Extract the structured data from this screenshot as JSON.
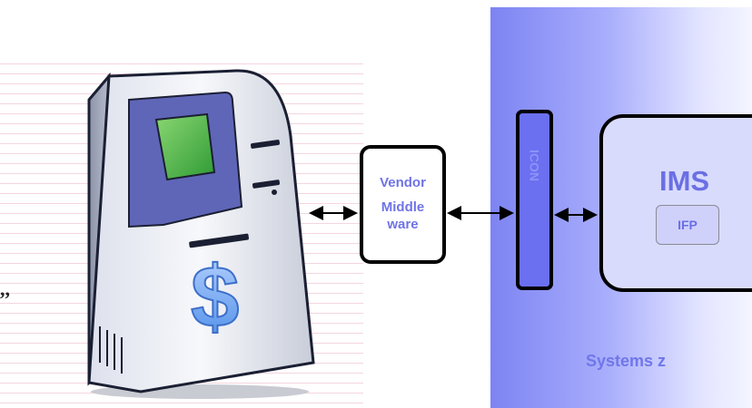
{
  "left_mark": ",,",
  "vendor_box": {
    "line1": "Vendor",
    "line2": "Middle",
    "line3": "ware"
  },
  "connector": {
    "label": "ICON"
  },
  "ims": {
    "title": "IMS",
    "inner_label": "IFP"
  },
  "region_label": "Systems z",
  "colors": {
    "blue_text": "#6f73e6",
    "connector_fill": "#6a70f0",
    "panel_gradient_start": "#7d84f2",
    "panel_gradient_end": "#f4f5ff",
    "ims_fill": "#d9dbfc"
  },
  "icons": {
    "atm": "atm-machine-icon",
    "dollar": "dollar-sign-icon"
  }
}
